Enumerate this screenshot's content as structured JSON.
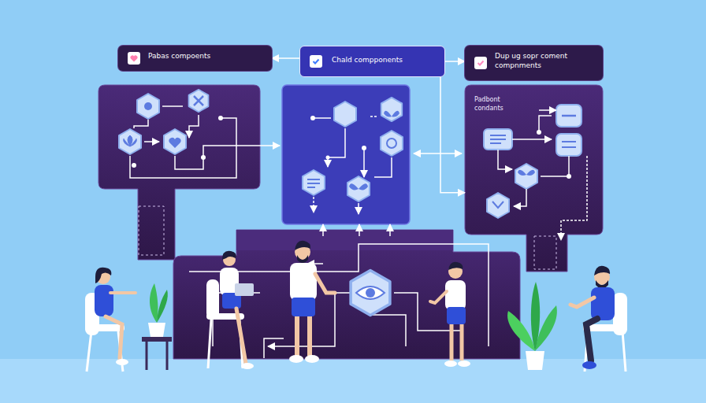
{
  "diagram": {
    "nodes": [
      {
        "text": [
          "Pabas compoents"
        ]
      },
      {
        "text": [
          "Chald compponents"
        ]
      },
      {
        "text": [
          "Dup ug sopr coment compnments"
        ]
      },
      {
        "text": [
          "Padbont condants"
        ]
      }
    ],
    "edges": [
      {
        "from": 1,
        "to": 0,
        "arrow": "to"
      },
      {
        "from": 1,
        "to": 2,
        "arrow": "to"
      },
      {
        "from": 1,
        "to": 3,
        "arrow": "to"
      }
    ]
  }
}
